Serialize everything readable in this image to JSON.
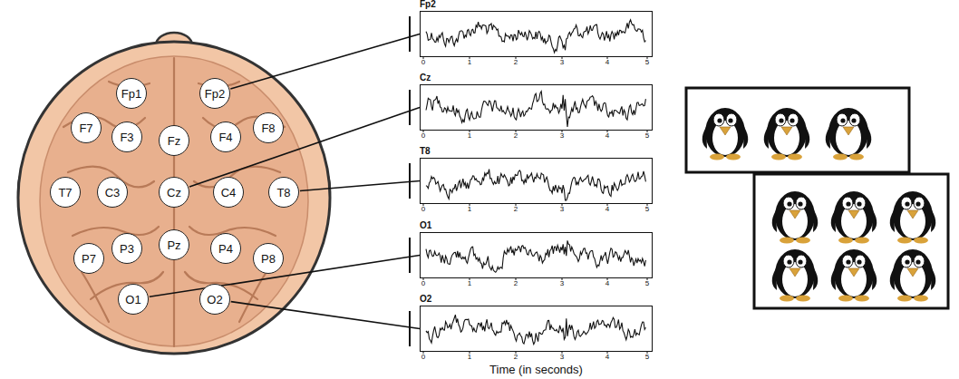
{
  "diagram": {
    "nodes": [
      {
        "text": [
          "Fp1"
        ]
      },
      {
        "text": [
          "Fp2"
        ]
      },
      {
        "text": [
          "F7"
        ]
      },
      {
        "text": [
          "F3"
        ]
      },
      {
        "text": [
          "Fz"
        ]
      },
      {
        "text": [
          "F4"
        ]
      },
      {
        "text": [
          "F8"
        ]
      },
      {
        "text": [
          "T7"
        ]
      },
      {
        "text": [
          "C3"
        ]
      },
      {
        "text": [
          "Cz"
        ]
      },
      {
        "text": [
          "C4"
        ]
      },
      {
        "text": [
          "T8"
        ]
      },
      {
        "text": [
          "P7"
        ]
      },
      {
        "text": [
          "P3"
        ]
      },
      {
        "text": [
          "Pz"
        ]
      },
      {
        "text": [
          "P4"
        ]
      },
      {
        "text": [
          "P8"
        ]
      },
      {
        "text": [
          "O1"
        ]
      },
      {
        "text": [
          "O2"
        ]
      },
      {
        "text": [
          "Fp2"
        ]
      },
      {
        "text": [
          "Cz"
        ]
      },
      {
        "text": [
          "T8"
        ]
      },
      {
        "text": [
          "O1"
        ]
      },
      {
        "text": [
          "O2"
        ]
      }
    ],
    "edges": [
      {
        "from": 1,
        "to": 19,
        "arrow": "none"
      },
      {
        "from": 9,
        "to": 20,
        "arrow": "none"
      },
      {
        "from": 11,
        "to": 21,
        "arrow": "none"
      },
      {
        "from": 17,
        "to": 22,
        "arrow": "none"
      },
      {
        "from": 18,
        "to": 23,
        "arrow": "none"
      }
    ],
    "labels": [
      "0",
      "1",
      "2",
      "3",
      "4",
      "5",
      "0",
      "1",
      "2",
      "3",
      "4",
      "5",
      "0",
      "1",
      "2",
      "3",
      "4",
      "5",
      "0",
      "1",
      "2",
      "3",
      "4",
      "5",
      "0",
      "1",
      "2",
      "3",
      "4",
      "5",
      "Time (in seconds)"
    ]
  }
}
